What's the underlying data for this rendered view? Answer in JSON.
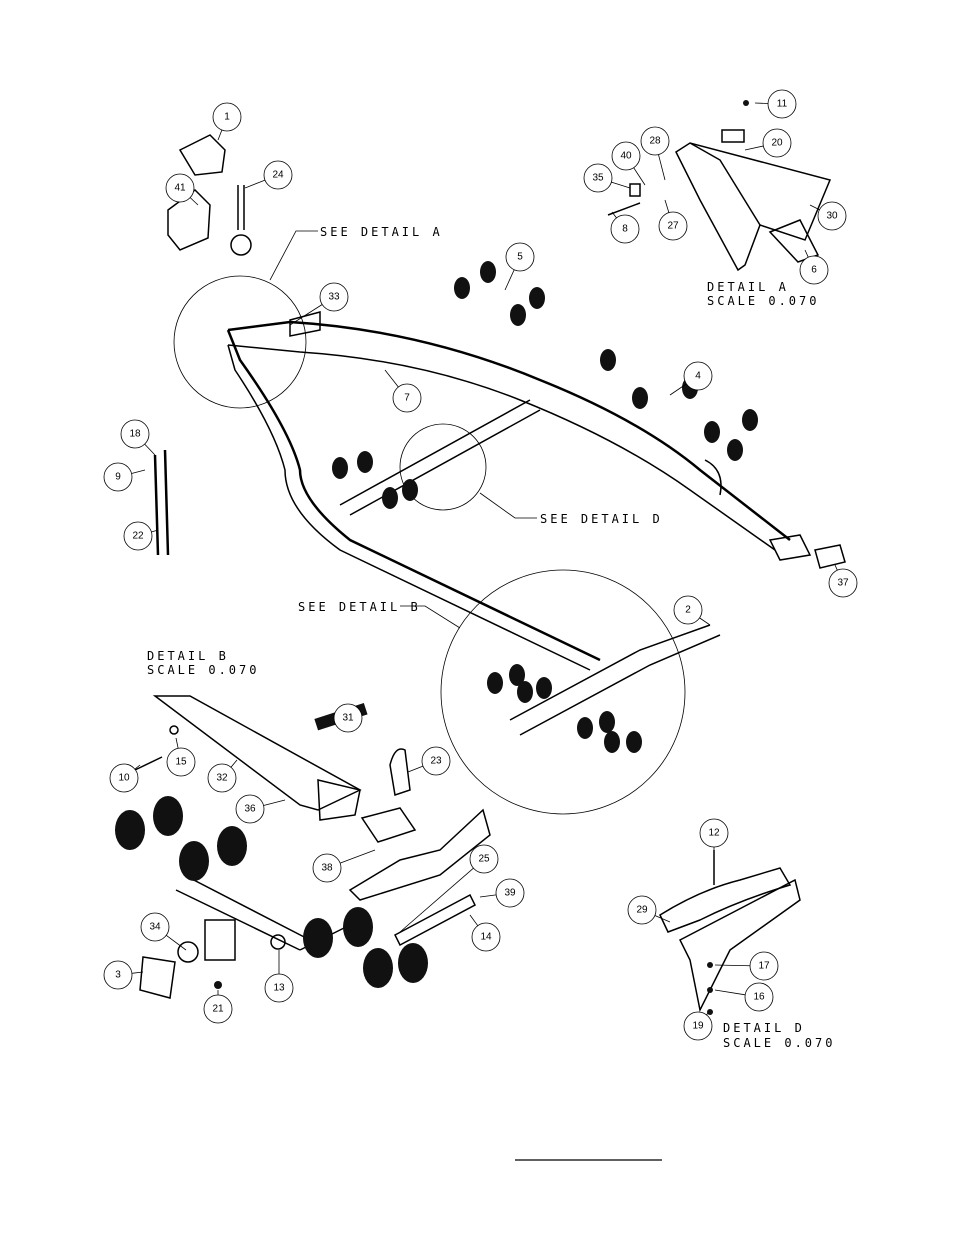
{
  "callouts": {
    "see_detail_a": "SEE DETAIL  A",
    "see_detail_b": "SEE DETAIL  B",
    "see_detail_d": "SEE DETAIL  D"
  },
  "details": {
    "a": {
      "title": "DETAIL  A",
      "scale": "SCALE  0.070"
    },
    "b": {
      "title": "DETAIL  B",
      "scale": "SCALE  0.070"
    },
    "d": {
      "title": "DETAIL  D",
      "scale": "SCALE  0.070"
    }
  },
  "balloons": [
    "1",
    "41",
    "24",
    "33",
    "7",
    "5",
    "4",
    "18",
    "9",
    "22",
    "11",
    "28",
    "20",
    "40",
    "35",
    "27",
    "8",
    "30",
    "6",
    "37",
    "2",
    "31",
    "15",
    "10",
    "23",
    "32",
    "36",
    "38",
    "25",
    "39",
    "14",
    "34",
    "3",
    "13",
    "21",
    "12",
    "29",
    "17",
    "16",
    "19"
  ]
}
